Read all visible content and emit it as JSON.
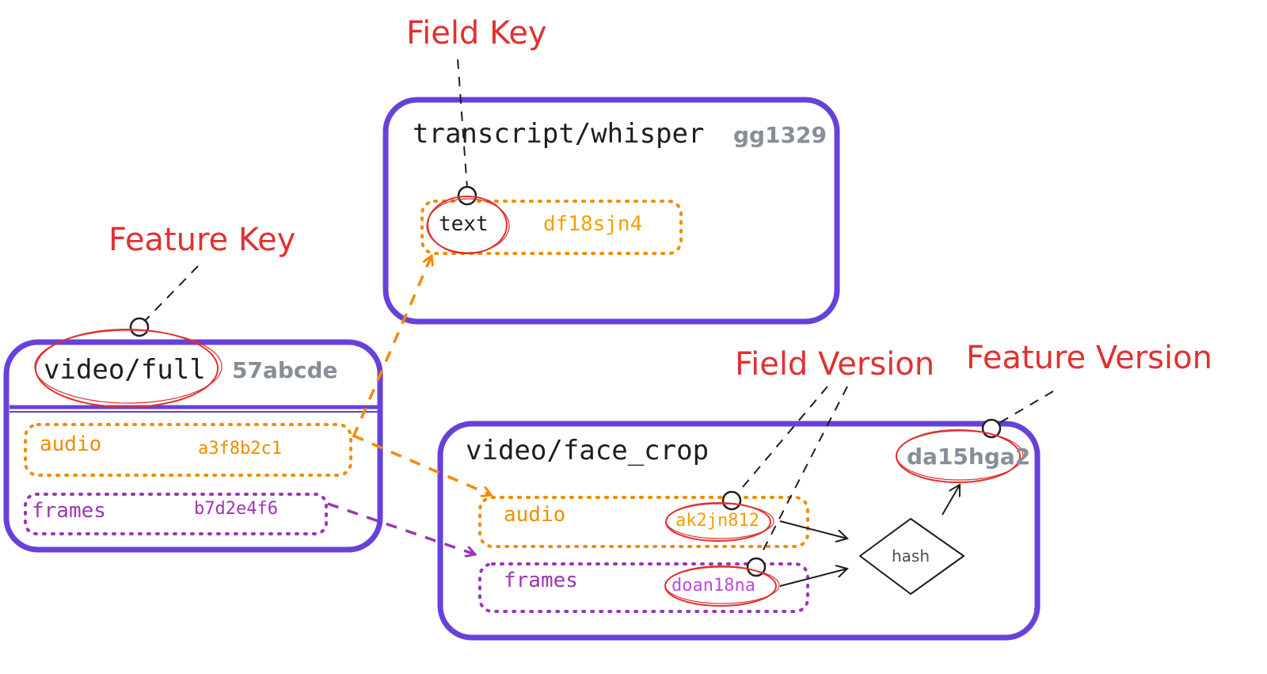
{
  "colors": {
    "box_border": "#6741d9",
    "annotation": "#e03131",
    "orange": "#f08c00",
    "orange_version": "#f59f00",
    "purple": "#9c36b5",
    "purple_version": "#be4bdb",
    "gray": "#868e96",
    "ink": "#1e1e1e"
  },
  "annotations": {
    "field_key": "Field Key",
    "feature_key": "Feature Key",
    "field_version": "Field Version",
    "feature_version": "Feature Version"
  },
  "features": {
    "transcript": {
      "key": "transcript/whisper",
      "version": "gg1329",
      "fields": [
        {
          "name": "text",
          "version": "df18sjn4"
        }
      ]
    },
    "video_full": {
      "key": "video/full",
      "version": "57abcde",
      "fields": [
        {
          "name": "audio",
          "version": "a3f8b2c1"
        },
        {
          "name": "frames",
          "version": "b7d2e4f6"
        }
      ]
    },
    "face_crop": {
      "key": "video/face_crop",
      "version": "da15hga2",
      "fields": [
        {
          "name": "audio",
          "version": "ak2jn812"
        },
        {
          "name": "frames",
          "version": "doan18na"
        }
      ],
      "hash_label": "hash"
    }
  }
}
